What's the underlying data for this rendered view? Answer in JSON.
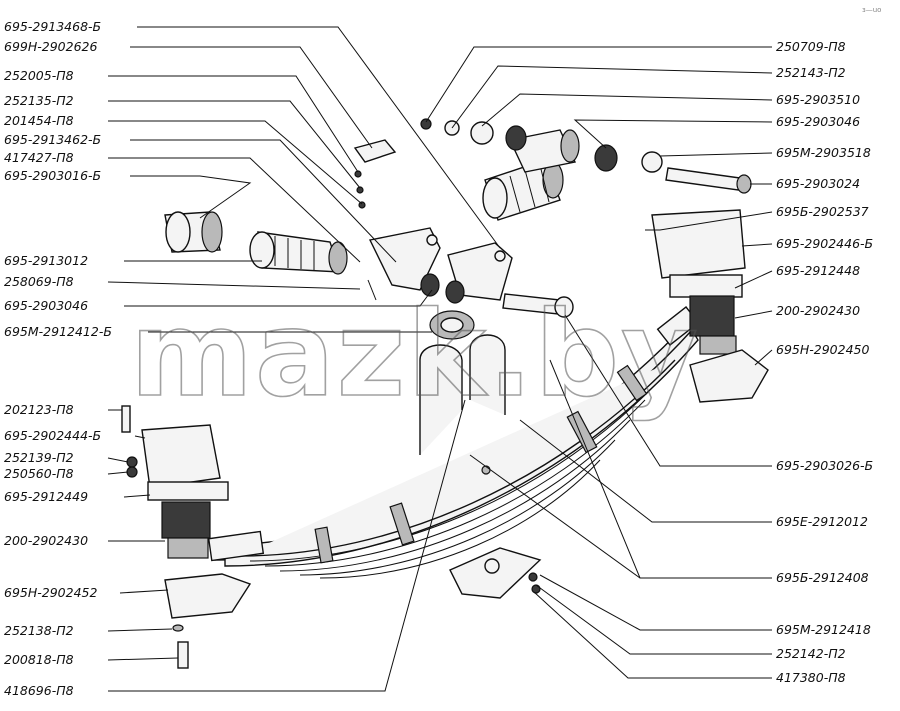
{
  "watermark": "mazk.by",
  "corner_mark": "з—uo",
  "labels_left": [
    "695-2913468-Б",
    "699Н-2902626",
    "252005-П8",
    "252135-П2",
    "201454-П8",
    "695-2913462-Б",
    "417427-П8",
    "695-2903016-Б",
    "695-2913012",
    "258069-П8",
    "695-2903046",
    "695М-2912412-Б",
    "202123-П8",
    "695-2902444-Б",
    "252139-П2",
    "250560-П8",
    "695-2912449",
    "200-2902430",
    "695Н-2902452",
    "252138-П2",
    "200818-П8",
    "418696-П8"
  ],
  "labels_right": [
    "250709-П8",
    "252143-П2",
    "695-2903510",
    "695-2903046",
    "695М-2903518",
    "695-2903024",
    "695Б-2902537",
    "695-2902446-Б",
    "695-2912448",
    "200-2902430",
    "695Н-2902450",
    "695-2903026-Б",
    "695Е-2912012",
    "695Б-2912408",
    "695М-2912418",
    "252142-П2",
    "417380-П8"
  ]
}
